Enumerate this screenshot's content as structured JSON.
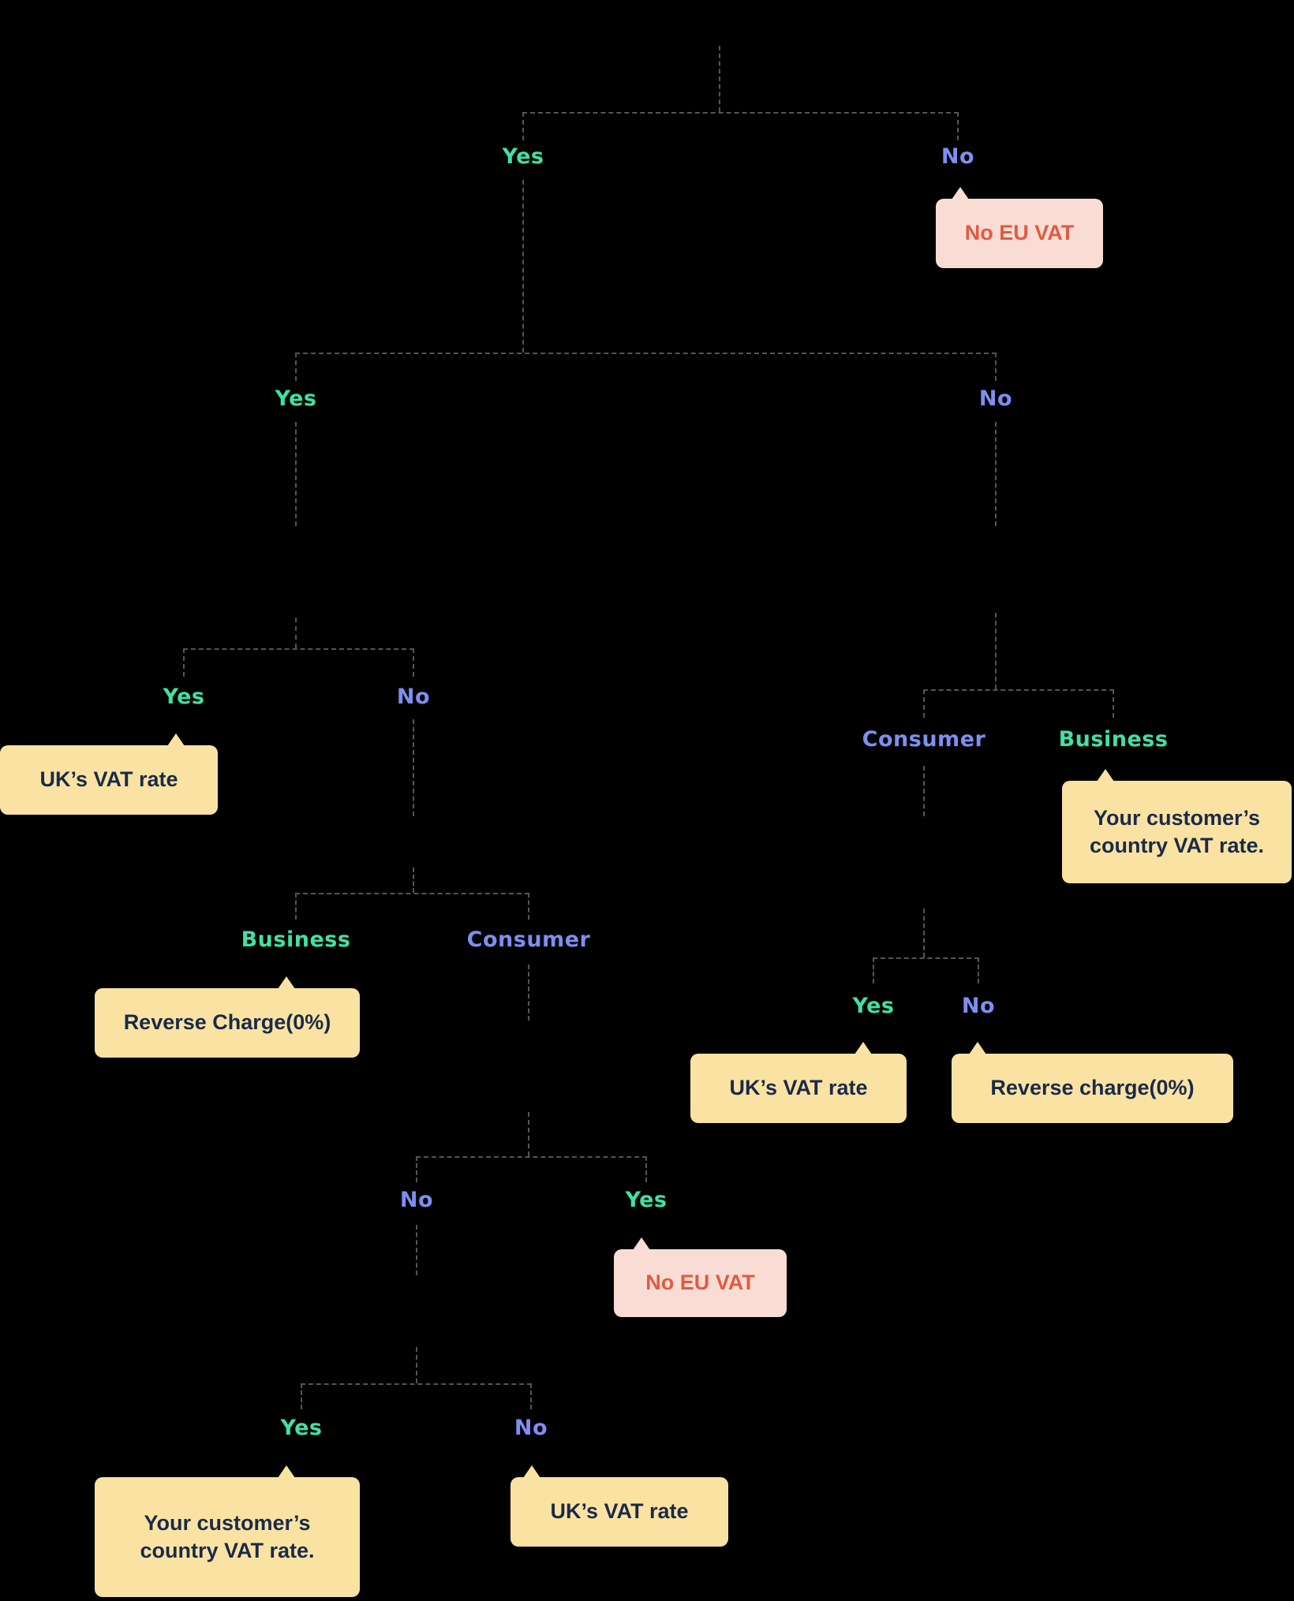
{
  "page": {
    "background": "#000000",
    "kind": "vat-decision-tree"
  },
  "palette": {
    "yes_label": "#41e0a3",
    "no_label": "#7e8ef1",
    "connector": "#54555c",
    "yellow_box_bg": "#fae3a2",
    "yellow_box_text": "#1b2a4a",
    "pink_box_bg": "#f9ddd5",
    "pink_box_text": "#e25a40"
  },
  "labels": [
    {
      "text": "Yes",
      "kind": "yes"
    },
    {
      "text": "No",
      "kind": "no"
    },
    {
      "text": "Yes",
      "kind": "yes"
    },
    {
      "text": "No",
      "kind": "no"
    },
    {
      "text": "Yes",
      "kind": "yes"
    },
    {
      "text": "No",
      "kind": "no"
    },
    {
      "text": "Business",
      "kind": "yes"
    },
    {
      "text": "Consumer",
      "kind": "no"
    },
    {
      "text": "No",
      "kind": "no"
    },
    {
      "text": "Yes",
      "kind": "yes"
    },
    {
      "text": "Yes",
      "kind": "yes"
    },
    {
      "text": "No",
      "kind": "no"
    },
    {
      "text": "Consumer",
      "kind": "no"
    },
    {
      "text": "Business",
      "kind": "yes"
    },
    {
      "text": "Yes",
      "kind": "yes"
    },
    {
      "text": "No",
      "kind": "no"
    }
  ],
  "results": [
    {
      "text": "No EU VAT",
      "style": "pink"
    },
    {
      "text": "UK’s VAT rate",
      "style": "yellow"
    },
    {
      "text": "Reverse Charge(0%)",
      "style": "yellow"
    },
    {
      "text": "No EU VAT",
      "style": "pink"
    },
    {
      "text": "Your customer’s country VAT rate.",
      "style": "yellow"
    },
    {
      "text": "UK’s VAT rate",
      "style": "yellow"
    },
    {
      "text": "Your customer’s country VAT rate.",
      "style": "yellow"
    },
    {
      "text": "UK’s VAT rate",
      "style": "yellow"
    },
    {
      "text": "Reverse charge(0%)",
      "style": "yellow"
    }
  ]
}
